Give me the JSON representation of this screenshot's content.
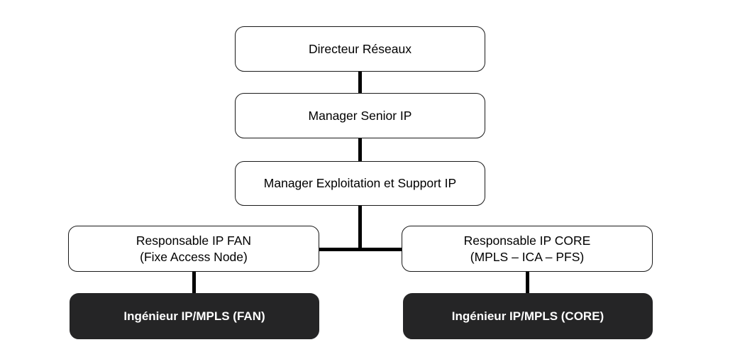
{
  "diagram": {
    "type": "organization-chart",
    "title_text_language": "fr",
    "colors": {
      "box_fill_light": "#ffffff",
      "box_fill_dark": "#252526",
      "border": "#1a1a1a",
      "connector": "#000000",
      "text_light_box": "#000000",
      "text_dark_box": "#ffffff",
      "page_background": "#ffffff"
    },
    "nodes": [
      {
        "id": "directeur",
        "label": "Directeur Réseaux",
        "level": 1,
        "style": "light"
      },
      {
        "id": "manager-senior",
        "label": "Manager Senior IP",
        "level": 2,
        "style": "light"
      },
      {
        "id": "manager-exploitation",
        "label": "Manager Exploitation et Support IP",
        "level": 3,
        "style": "light"
      },
      {
        "id": "responsable-fan",
        "label": "Responsable IP FAN\n(Fixe Access Node)",
        "line1": "Responsable IP FAN",
        "line2": "(Fixe Access Node)",
        "level": 4,
        "style": "light"
      },
      {
        "id": "responsable-core",
        "label": "Responsable IP CORE\n(MPLS – ICA – PFS)",
        "line1": "Responsable IP CORE",
        "line2": "(MPLS – ICA – PFS)",
        "level": 4,
        "style": "light"
      },
      {
        "id": "ingenieur-fan",
        "label": "Ingénieur IP/MPLS (FAN)",
        "level": 5,
        "style": "dark"
      },
      {
        "id": "ingenieur-core",
        "label": "Ingénieur IP/MPLS (CORE)",
        "level": 5,
        "style": "dark"
      }
    ],
    "edges": [
      {
        "id": "directeur-senior",
        "from": "directeur",
        "to": "manager-senior",
        "orientation": "vertical"
      },
      {
        "id": "senior-exploitation",
        "from": "manager-senior",
        "to": "manager-exploitation",
        "orientation": "vertical"
      },
      {
        "id": "exploitation-bus",
        "from": "manager-exploitation",
        "to": "bus",
        "orientation": "vertical"
      },
      {
        "id": "bus",
        "from": "responsable-fan",
        "to": "responsable-core",
        "orientation": "horizontal"
      },
      {
        "id": "fan-ingenieur",
        "from": "responsable-fan",
        "to": "ingenieur-fan",
        "orientation": "vertical"
      },
      {
        "id": "core-ingenieur",
        "from": "responsable-core",
        "to": "ingenieur-core",
        "orientation": "vertical"
      }
    ]
  }
}
